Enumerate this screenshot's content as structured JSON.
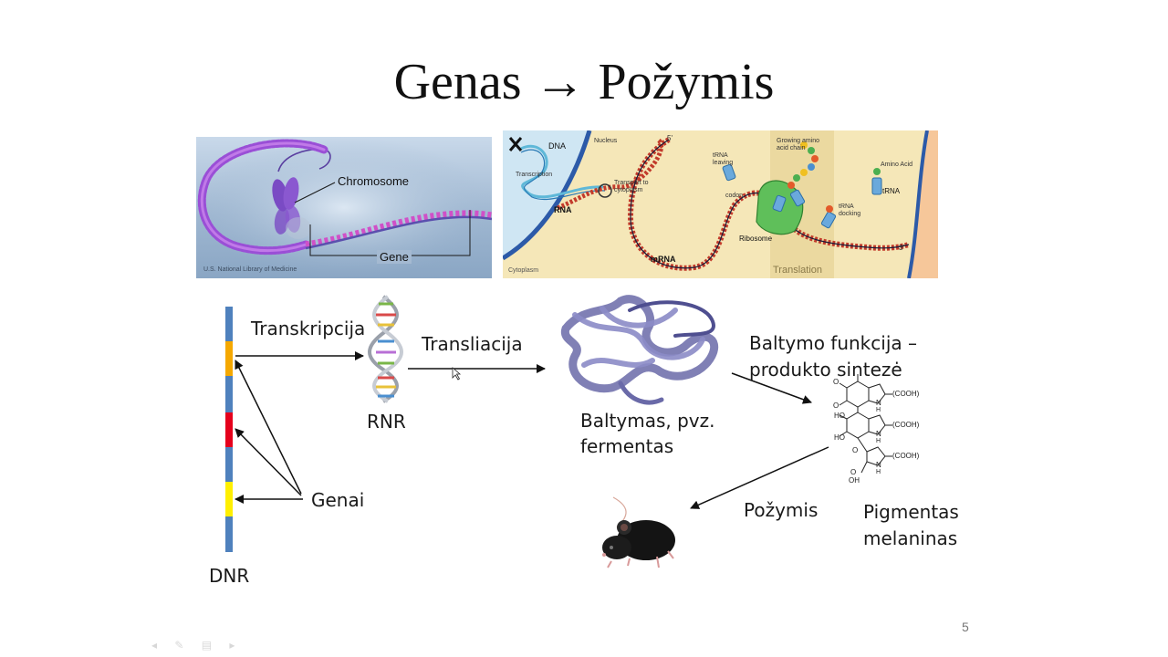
{
  "slide": {
    "title": "Genas → Požymis",
    "page_number": "5"
  },
  "chromosome_image": {
    "chromosome_label": "Chromosome",
    "gene_label": "Gene",
    "credit": "U.S. National Library of Medicine"
  },
  "translation_image": {
    "dna": "DNA",
    "nucleus": "Nucleus",
    "transcription": "Transcription",
    "transport_1": "Transport to",
    "transport_2": "cytoplasm",
    "rna": "RNA",
    "mrna": "mRNA",
    "cytoplasm": "Cytoplasm",
    "five_prime": "5'",
    "three_prime": "3'",
    "trna_leaving_1": "tRNA",
    "trna_leaving_2": "leaving",
    "codon": "codon",
    "growing_1": "Growing amino",
    "growing_2": "acid chain",
    "amino_acid": "Amino Acid",
    "trna": "tRNA",
    "trna_docking_1": "tRNA",
    "trna_docking_2": "docking",
    "ribosome": "Ribosome",
    "translation": "Translation"
  },
  "diagram": {
    "transcription": "Transkripcija",
    "rna": "RNR",
    "translation": "Transliacija",
    "protein_1": "Baltymas, pvz.",
    "protein_2": "fermentas",
    "function_1": "Baltymo funkcija –",
    "function_2": "produkto sintezė",
    "genes": "Genai",
    "dna": "DNR",
    "trait": "Požymis",
    "pigment_1": "Pigmentas",
    "pigment_2": "melaninas",
    "chem_cooh": "(COOH)",
    "chem_ho": "HO",
    "chem_oh": "OH",
    "chem_o": "O",
    "chem_n": "N",
    "chem_h": "H"
  },
  "colors": {
    "dna_bar": "#4f81bd",
    "gene_orange": "#f5a800",
    "gene_red": "#e5001c",
    "gene_yellow": "#ffef00",
    "protein": "#6a6aa8"
  },
  "icons": [
    "arrow-right-icon",
    "mouse-cursor-icon",
    "player-controls-icon"
  ]
}
